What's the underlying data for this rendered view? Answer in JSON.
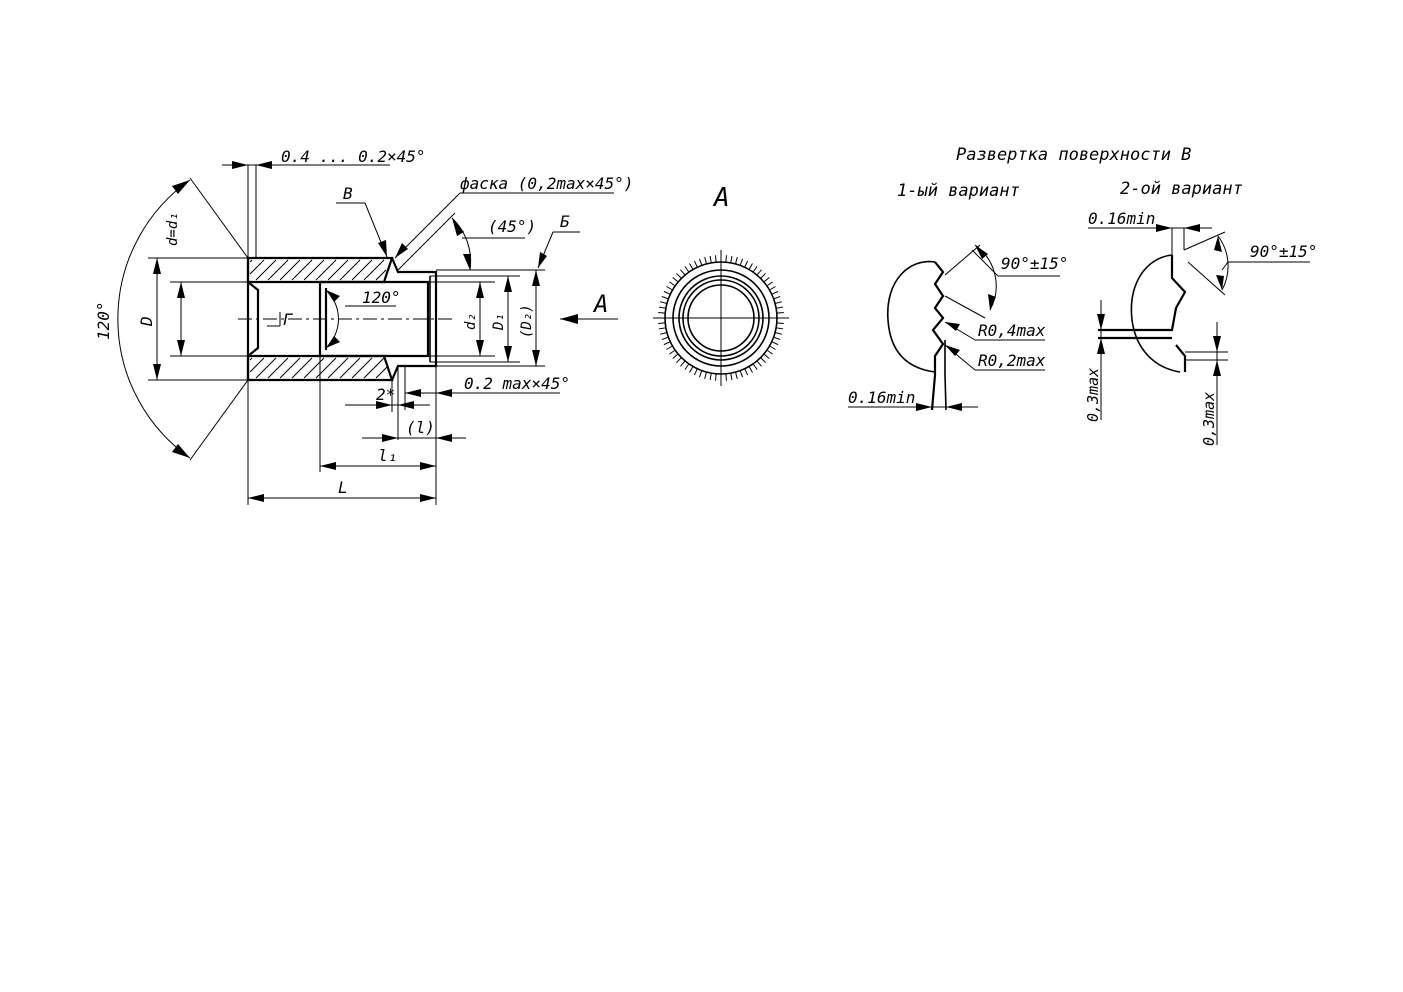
{
  "labels": {
    "chamfer_top": "0.4 ... 0.2×45°",
    "chamfer_note": "фаска (0,2max×45°)",
    "surface_b": "В",
    "angle_45": "(45°)",
    "edge_b": "Б",
    "dim_d_d1": "d=d₁",
    "dim_D": "D",
    "angle_120_outer": "120°",
    "angle_120_inner": "120°",
    "section_mark": "Г",
    "dim_d2": "d₂",
    "dim_D1": "D₁",
    "dim_D2": "(D₂)",
    "dim_2star": "2*",
    "chamfer_bottom": "0.2 max×45°",
    "dim_l_paren": "(l)",
    "dim_l1": "l₁",
    "dim_L": "L",
    "view_a_arrow": "А",
    "view_a_title": "А",
    "unfold_title": "Развертка поверхности В",
    "variant1_title": "1-ый вариант",
    "variant2_title": "2-ой вариант",
    "v1_angle": "90°±15°",
    "v1_r04": "R0,4max",
    "v1_r02": "R0,2max",
    "v1_016": "0.16min",
    "v2_016": "0.16min",
    "v2_angle": "90°±15°",
    "v2_03_left": "0,3max",
    "v2_03_right": "0,3max"
  }
}
